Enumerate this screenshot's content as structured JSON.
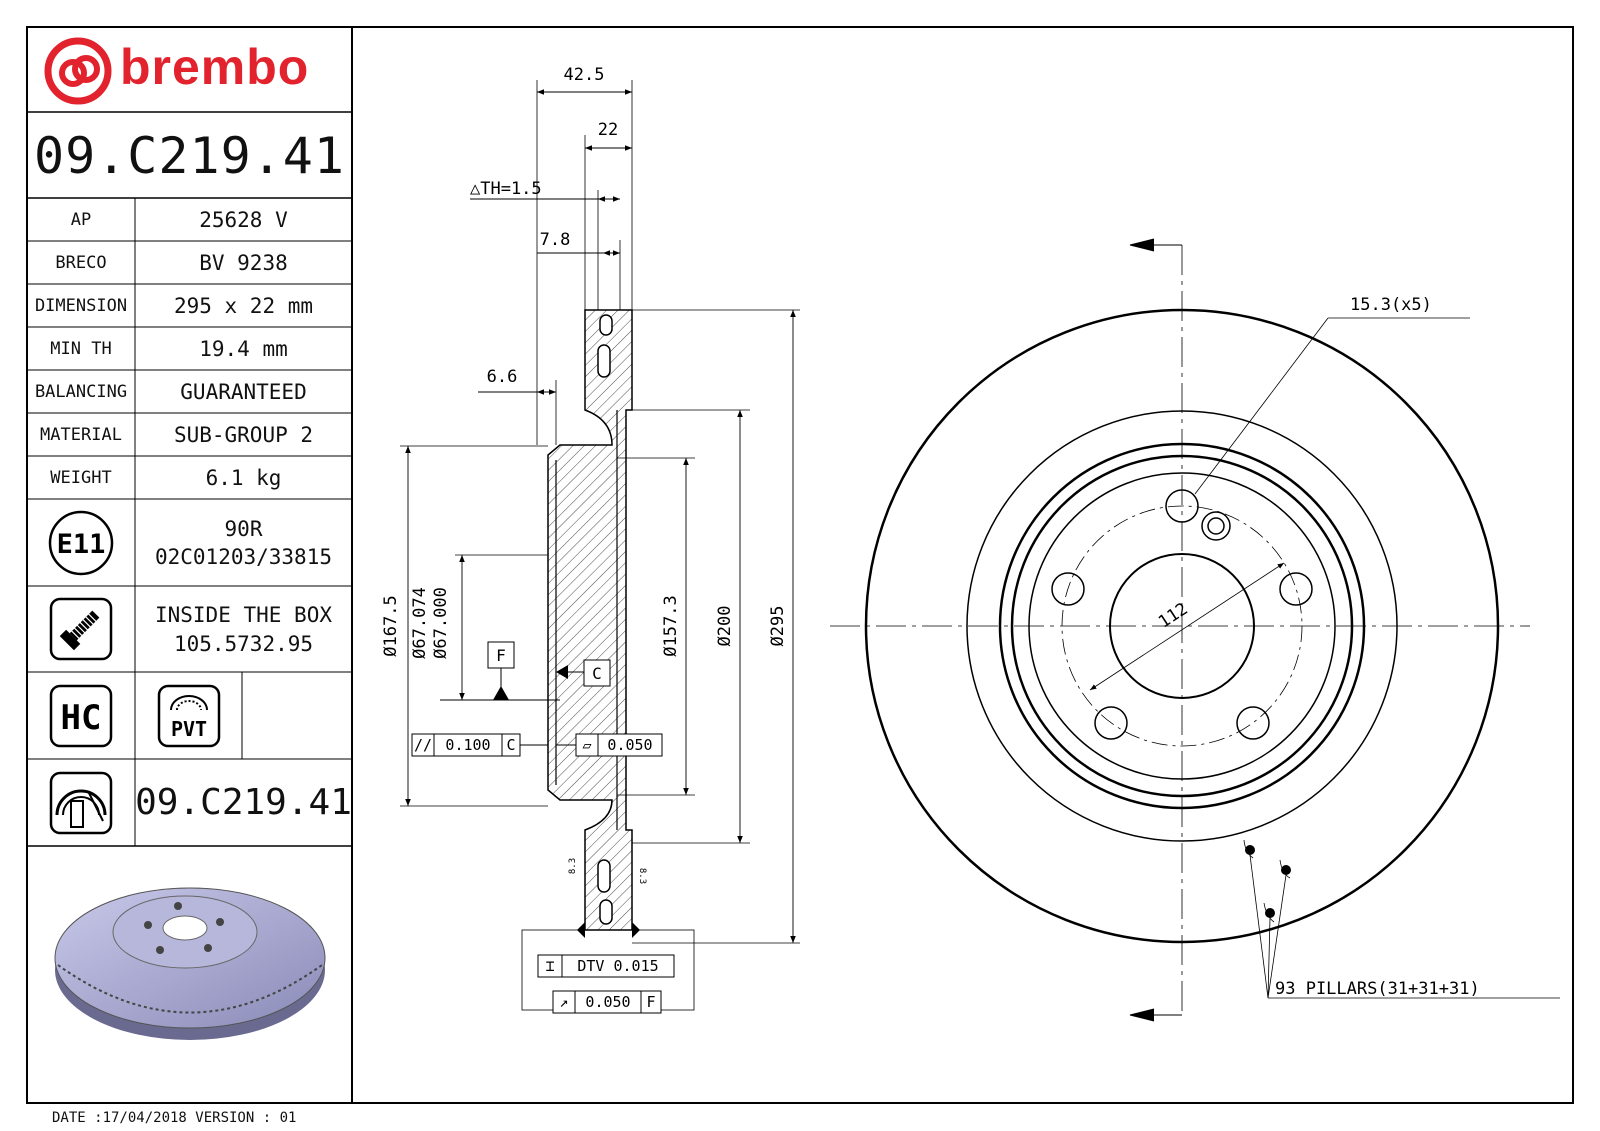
{
  "brand": {
    "name": "brembo",
    "color": "#e2222d"
  },
  "part_number": "09.C219.41",
  "specs": [
    {
      "label": "AP",
      "value": "25628 V"
    },
    {
      "label": "BRECO",
      "value": "BV 9238"
    },
    {
      "label": "DIMENSION",
      "value": "295 x 22 mm"
    },
    {
      "label": "MIN TH",
      "value": "19.4 mm"
    },
    {
      "label": "BALANCING",
      "value": "GUARANTEED"
    },
    {
      "label": "MATERIAL",
      "value": "SUB-GROUP 2"
    },
    {
      "label": "WEIGHT",
      "value": "6.1 kg"
    }
  ],
  "approval": {
    "mark": "E11",
    "line1": "90R",
    "line2": "02C01203/33815"
  },
  "inside_box": {
    "line1": "INSIDE THE BOX",
    "line2": "105.5732.95"
  },
  "badges": {
    "hc": "HC",
    "pvt": "PVT"
  },
  "footer_part_number": "09.C219.41",
  "footer": {
    "date_line": "DATE :17/04/2018 VERSION : 01"
  },
  "icons": [
    "brembo-logo-icon",
    "e11-approval-icon",
    "screw-icon",
    "hc-badge-icon",
    "pvt-badge-icon",
    "disc-profile-icon",
    "disc-render-icon"
  ],
  "dimensions": {
    "overall_width": "42.5",
    "thickness": "22",
    "th": "△TH=1.5",
    "rim": "7.8",
    "hat": "6.6",
    "d_167": "Ø167.5",
    "d_67": [
      "Ø67.074",
      "Ø67.000"
    ],
    "d_157": "Ø157.3",
    "d_200": "Ø200",
    "d_295": "Ø295",
    "datum_f": "F",
    "datum_c": "C",
    "parallel": [
      "//",
      "0.100",
      "C"
    ],
    "flatness": [
      "▱",
      "0.050"
    ],
    "dtv": [
      "⌶",
      "DTV 0.015"
    ],
    "runout": [
      "↗",
      "0.050",
      "F"
    ],
    "vent": [
      "8.3",
      "8.3"
    ],
    "bolt_holes": "15.3(x5)",
    "pcd": "112",
    "pillars": "93 PILLARS(31+31+31)"
  }
}
